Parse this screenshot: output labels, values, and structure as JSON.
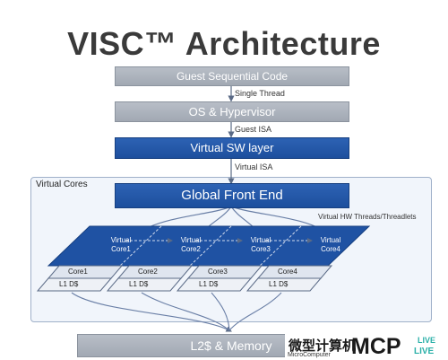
{
  "title": "VISC™ Architecture",
  "layers": {
    "guest_code": "Guest Sequential Code",
    "single_thread": "Single Thread",
    "os_hypervisor": "OS & Hypervisor",
    "guest_isa": "Guest ISA",
    "virtual_sw": "Virtual SW layer",
    "virtual_isa": "Virtual ISA"
  },
  "virtual_cores": {
    "label": "Virtual Cores",
    "global_front_end": "Global Front End",
    "hw_threads_label": "Virtual HW Threads/Threadlets",
    "vcores": [
      {
        "line1": "Virtual",
        "line2": "Core1"
      },
      {
        "line1": "Virtual",
        "line2": "Core2"
      },
      {
        "line1": "Virtual",
        "line2": "Core3"
      },
      {
        "line1": "Virtual",
        "line2": "Core4"
      }
    ],
    "cores": [
      "Core1",
      "Core2",
      "Core3",
      "Core4"
    ],
    "caches": [
      "L1 D$",
      "L1 D$",
      "L1 D$",
      "L1 D$"
    ]
  },
  "memory": "L2$ & Memory",
  "watermark": {
    "cn": "微型计算机",
    "en": "MicroComputer",
    "mc": "MCP",
    "live1": "LIVE",
    "live2": "LIVE"
  },
  "colors": {
    "blue": "#1f52a3",
    "grey": "#a8afba",
    "container": "#f1f5fb"
  }
}
